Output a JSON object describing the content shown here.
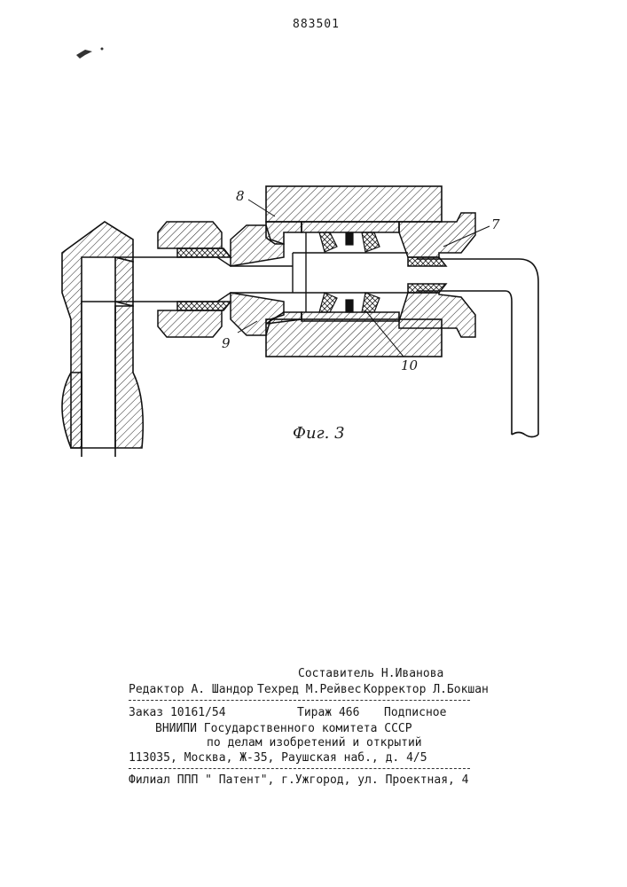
{
  "patent_number": "883501",
  "figure": {
    "caption": "Фиг. 3",
    "labels": {
      "part_8": "8",
      "part_7": "7",
      "part_9": "9",
      "part_10": "10"
    }
  },
  "imprint": {
    "compiler": "Составитель Н.Иванова",
    "editor": "Редактор А. Шандор",
    "techred": "Техред М.Рейвес",
    "corrector": "Корректор Л.Бокшан",
    "order": "Заказ 10161/54",
    "circulation": "Тираж 466",
    "subscription": "Подписное",
    "org_line1": "ВНИИПИ Государственного комитета СССР",
    "org_line2": "по делам изобретений и открытий",
    "address": "113035, Москва, Ж-35, Раушская наб., д. 4/5",
    "branch": "Филиал ППП \" Патент\", г.Ужгород, ул. Проектная, 4"
  }
}
